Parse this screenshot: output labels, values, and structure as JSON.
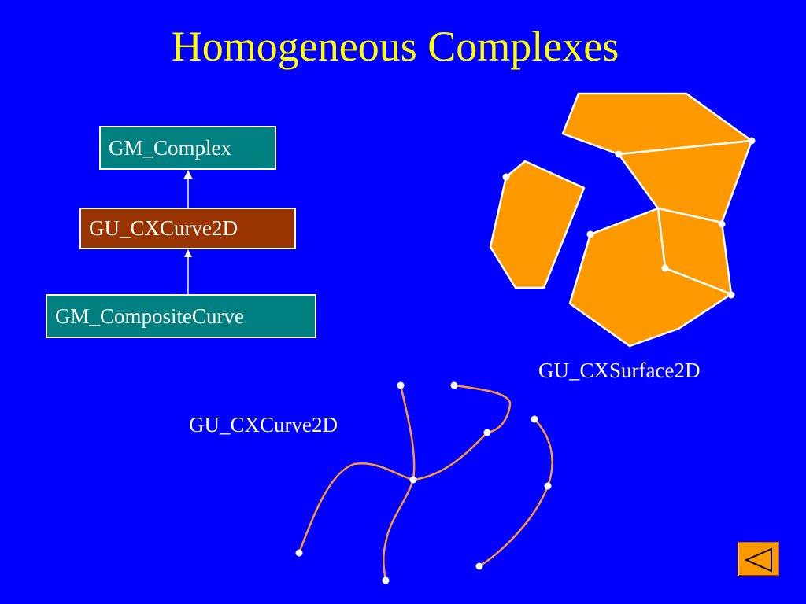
{
  "slide": {
    "title": "Homogeneous Complexes"
  },
  "hierarchy": {
    "top": "GM_Complex",
    "middle": "GU_CXCurve2D",
    "bottom": "GM_CompositeCurve"
  },
  "labels": {
    "surface": "GU_CXSurface2D",
    "curve": "GU_CXCurve2D"
  },
  "colors": {
    "background": "#0000ff",
    "title": "#ffff00",
    "teal_box": "#008080",
    "brown_box": "#993300",
    "polygon_fill": "#ff9900",
    "curve_stroke": "#ff9933"
  },
  "navigation": {
    "back_icon": "triangle-left-icon"
  }
}
